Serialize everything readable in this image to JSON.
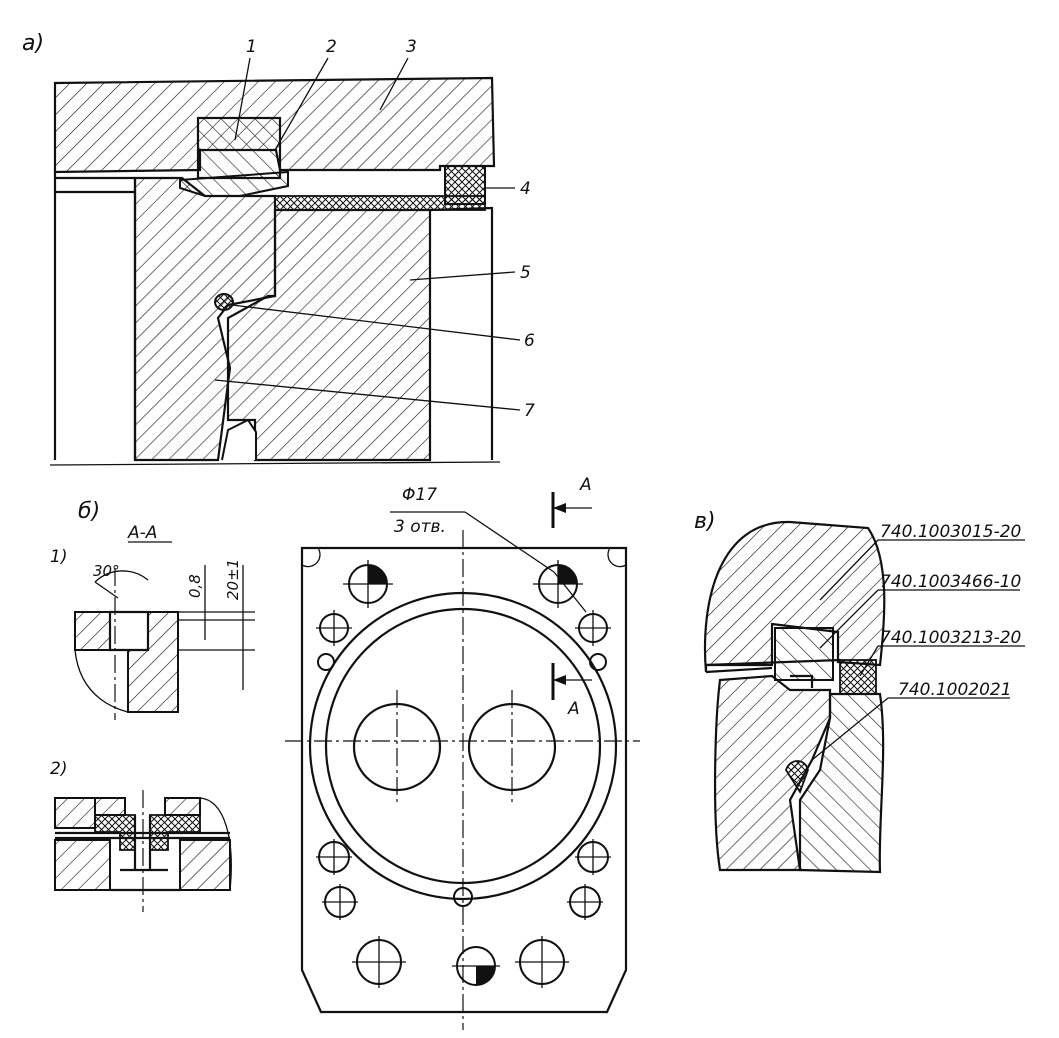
{
  "panel_a": {
    "label": "a)",
    "callouts": [
      "1",
      "2",
      "3",
      "4",
      "5",
      "6",
      "7"
    ]
  },
  "panel_b": {
    "label": "б)",
    "section": "А-А",
    "sub1": "1)",
    "sub2": "2)",
    "angle": "30°",
    "dim_small": "0,8",
    "dim_large": "20±1"
  },
  "head_view": {
    "hole_note_dia": "Φ17",
    "hole_note_count": "3 отв.",
    "section_mark": "А"
  },
  "panel_v": {
    "label": "в)",
    "parts": [
      "740.1003015-20",
      "740.1003466-10",
      "740.1003213-20",
      "740.1002021"
    ]
  }
}
